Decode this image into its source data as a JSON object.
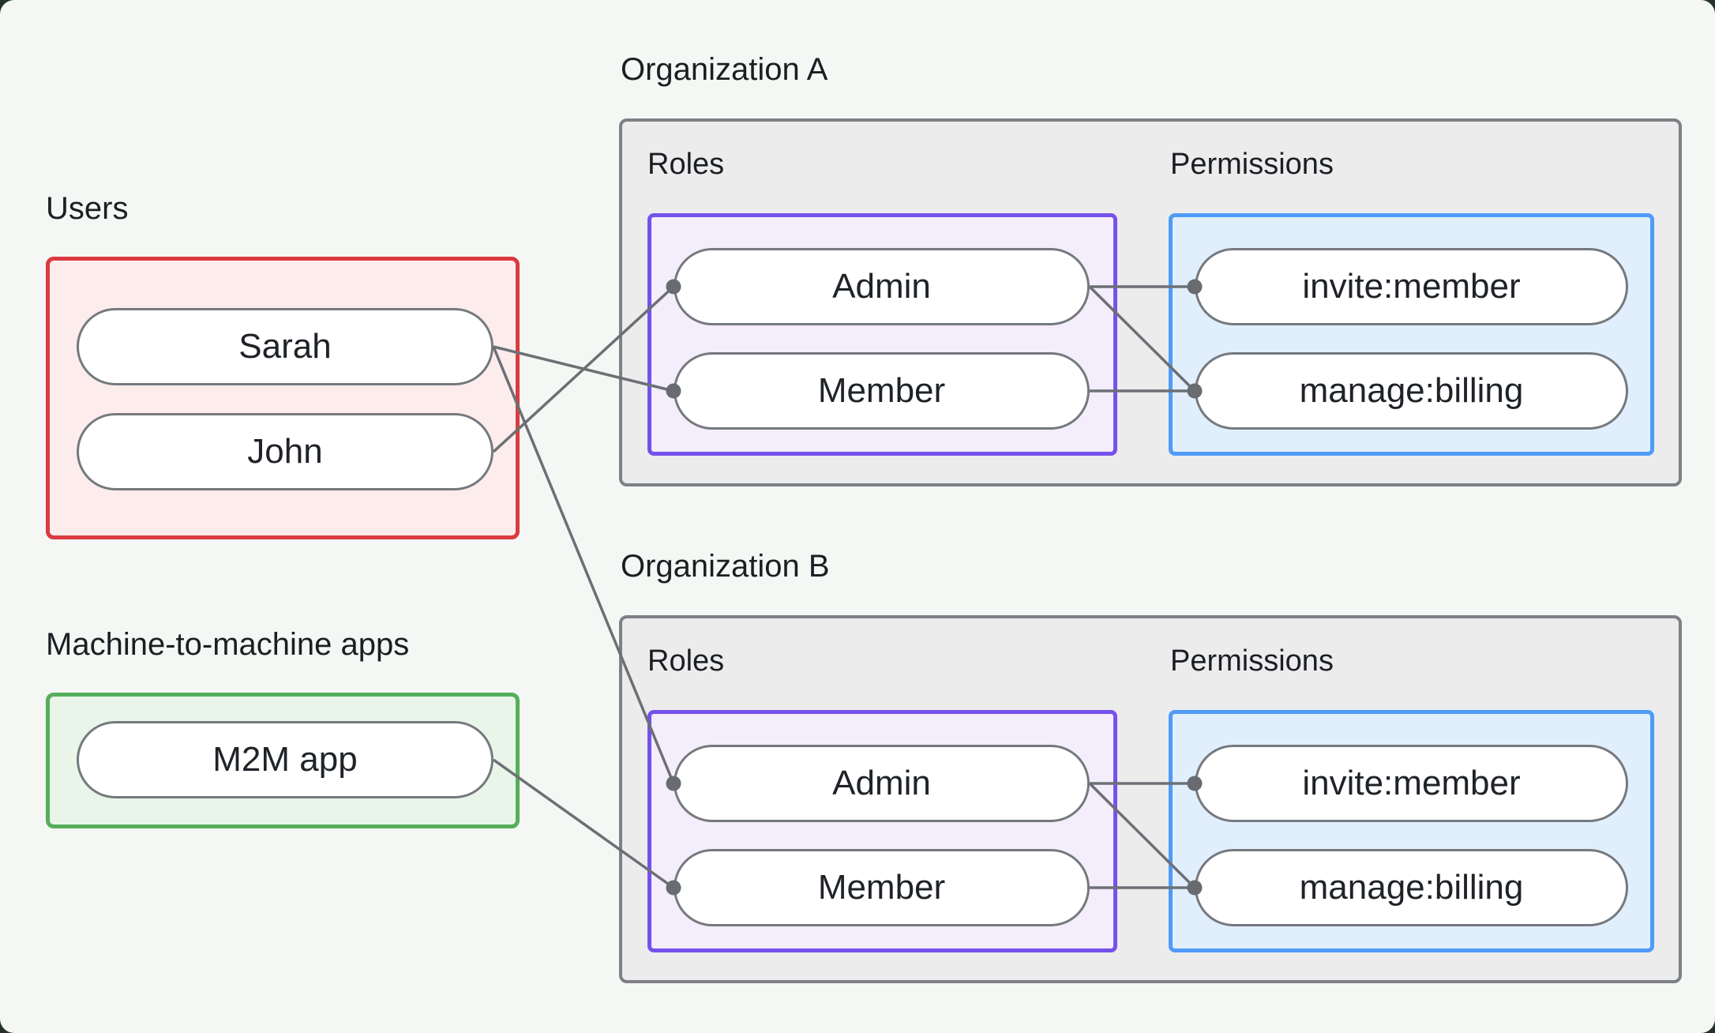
{
  "users": {
    "label": "Users",
    "items": [
      {
        "id": "sarah",
        "label": "Sarah"
      },
      {
        "id": "john",
        "label": "John"
      }
    ]
  },
  "m2m": {
    "label": "Machine-to-machine apps",
    "items": [
      {
        "id": "m2m-app",
        "label": "M2M app"
      }
    ]
  },
  "organizations": [
    {
      "id": "orgA",
      "title": "Organization A",
      "roles_label": "Roles",
      "permissions_label": "Permissions",
      "roles": [
        {
          "id": "orgA-admin",
          "label": "Admin"
        },
        {
          "id": "orgA-member",
          "label": "Member"
        }
      ],
      "permissions": [
        {
          "id": "orgA-invite",
          "label": "invite:member"
        },
        {
          "id": "orgA-manage",
          "label": "manage:billing"
        }
      ]
    },
    {
      "id": "orgB",
      "title": "Organization B",
      "roles_label": "Roles",
      "permissions_label": "Permissions",
      "roles": [
        {
          "id": "orgB-admin",
          "label": "Admin"
        },
        {
          "id": "orgB-member",
          "label": "Member"
        }
      ],
      "permissions": [
        {
          "id": "orgB-invite",
          "label": "invite:member"
        },
        {
          "id": "orgB-manage",
          "label": "manage:billing"
        }
      ]
    }
  ],
  "connections": [
    {
      "from": "sarah",
      "to": "orgA-member"
    },
    {
      "from": "john",
      "to": "orgA-admin"
    },
    {
      "from": "sarah",
      "to": "orgB-admin"
    },
    {
      "from": "m2m-app",
      "to": "orgB-member"
    },
    {
      "from": "orgA-admin",
      "to": "orgA-invite"
    },
    {
      "from": "orgA-admin",
      "to": "orgA-manage"
    },
    {
      "from": "orgA-member",
      "to": "orgA-manage"
    },
    {
      "from": "orgB-admin",
      "to": "orgB-invite"
    },
    {
      "from": "orgB-admin",
      "to": "orgB-manage"
    },
    {
      "from": "orgB-member",
      "to": "orgB-manage"
    }
  ],
  "colors": {
    "page_background": "#243329",
    "card_background": "#f4f7f4",
    "users_border": "#da3b40",
    "users_fill": "#fcedec",
    "m2m_border": "#56ae5c",
    "m2m_fill": "#e9f5e9",
    "org_border": "#7d8084",
    "org_fill": "#ececed",
    "roles_border": "#7552ea",
    "roles_fill": "#f4edfc",
    "permissions_border": "#4f9bf7",
    "permissions_fill": "#e1effc",
    "pill_border": "#75797e",
    "pill_fill": "#ffffff",
    "connector": "#6c7075",
    "connector_dot": "#686c71"
  }
}
